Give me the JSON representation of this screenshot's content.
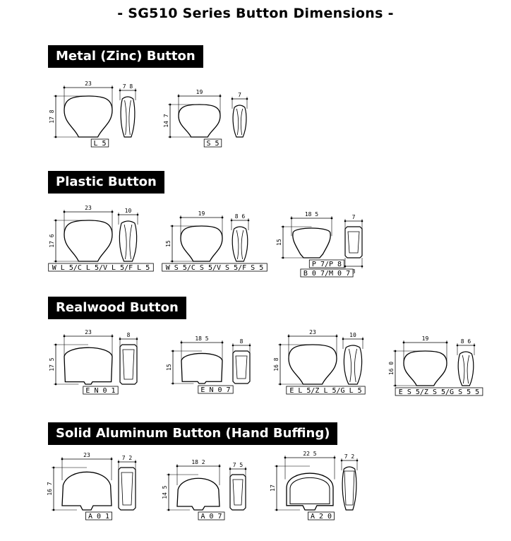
{
  "title": "- SG510 Series Button Dimensions -",
  "sections": [
    {
      "heading": "Metal (Zinc) Button",
      "items": [
        {
          "codes": [
            "L5"
          ],
          "width": "23",
          "height": "17.8",
          "thickness": "7.8"
        },
        {
          "codes": [
            "S5"
          ],
          "width": "19",
          "height": "14.7",
          "thickness": "7"
        }
      ]
    },
    {
      "heading": "Plastic Button",
      "items": [
        {
          "codes": [
            "WL5/CL5/VL5/FL5"
          ],
          "width": "23",
          "height": "17.6",
          "thickness": "10"
        },
        {
          "codes": [
            "WS5/CS5/VS5/FS5"
          ],
          "width": "19",
          "height": "15",
          "thickness": "8.6"
        },
        {
          "codes": [
            "P7/P8",
            "B07/M07"
          ],
          "width": "18.5",
          "height": "15",
          "thickness": "7",
          "base": "8"
        }
      ]
    },
    {
      "heading": "Realwood Button",
      "items": [
        {
          "codes": [
            "EN01"
          ],
          "width": "23",
          "height": "17.5",
          "thickness": "8"
        },
        {
          "codes": [
            "EN07"
          ],
          "width": "18.5",
          "height": "15",
          "thickness": "8"
        },
        {
          "codes": [
            "EL5/ZL5/GL5"
          ],
          "width": "23",
          "height": "16.8",
          "thickness": "10"
        },
        {
          "codes": [
            "ES5/ZS5/GS55"
          ],
          "width": "19",
          "height": "16.0",
          "thickness": "8.6"
        }
      ]
    },
    {
      "heading": "Solid Aluminum Button (Hand Buffing)",
      "items": [
        {
          "codes": [
            "A01"
          ],
          "width": "23",
          "height": "16.7",
          "thickness": "7.2"
        },
        {
          "codes": [
            "A07"
          ],
          "width": "18.2",
          "height": "14.5",
          "thickness": "7.5"
        },
        {
          "codes": [
            "A20"
          ],
          "width": "22.5",
          "height": "17",
          "thickness": "7.2"
        }
      ]
    }
  ]
}
